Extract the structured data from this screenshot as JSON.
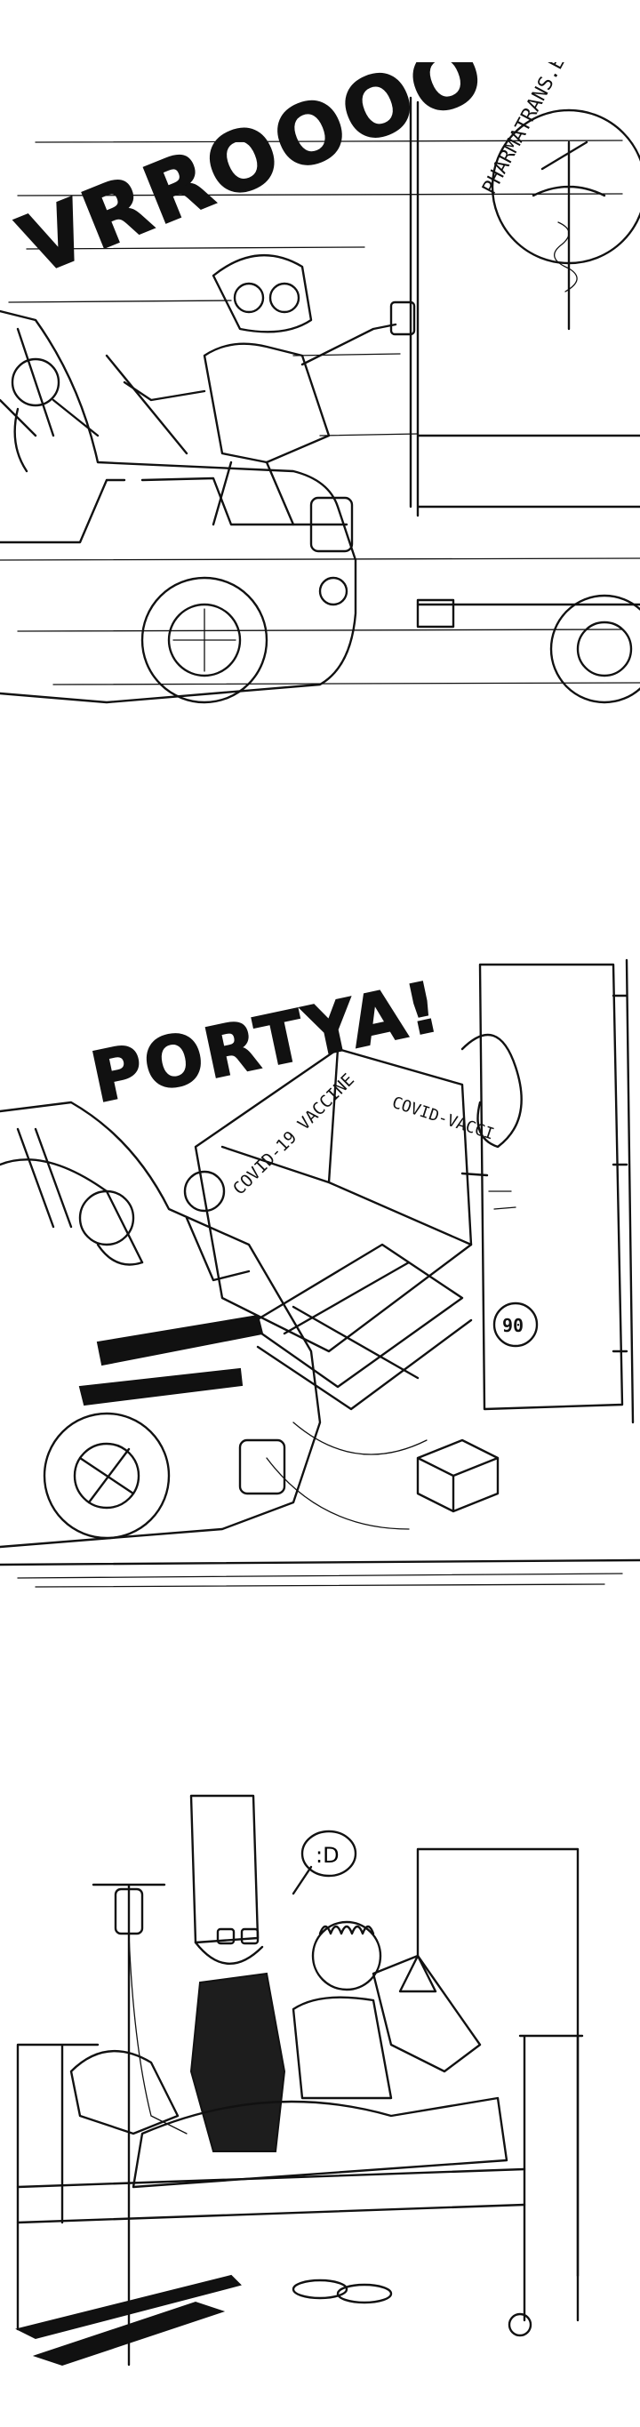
{
  "panels": [
    {
      "sound_effect": "VRROOOO",
      "truck_logo_text": "PHARMATRANS.EU"
    },
    {
      "sound_effect": "PORTYA!",
      "box_label_front": "COVID-19 VACCINE",
      "box_label_side": "COVID-VACCI",
      "speed_sign": "90"
    },
    {
      "speech_bubble": ":D"
    }
  ]
}
